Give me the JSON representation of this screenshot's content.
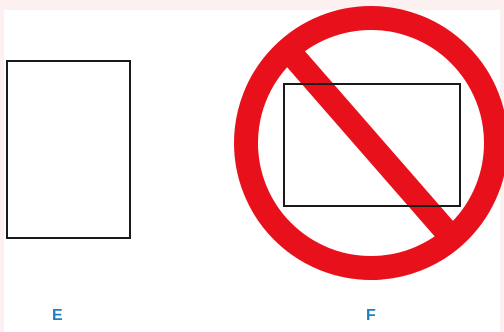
{
  "labels": {
    "left": "E",
    "right": "F"
  },
  "colors": {
    "label": "#1f7fc1",
    "prohibition": "#e8111b",
    "outline": "#1a1a1a"
  },
  "items": [
    {
      "label": "E",
      "shape": "portrait-rectangle",
      "prohibited": false
    },
    {
      "label": "F",
      "shape": "landscape-rectangle",
      "prohibited": true
    }
  ]
}
